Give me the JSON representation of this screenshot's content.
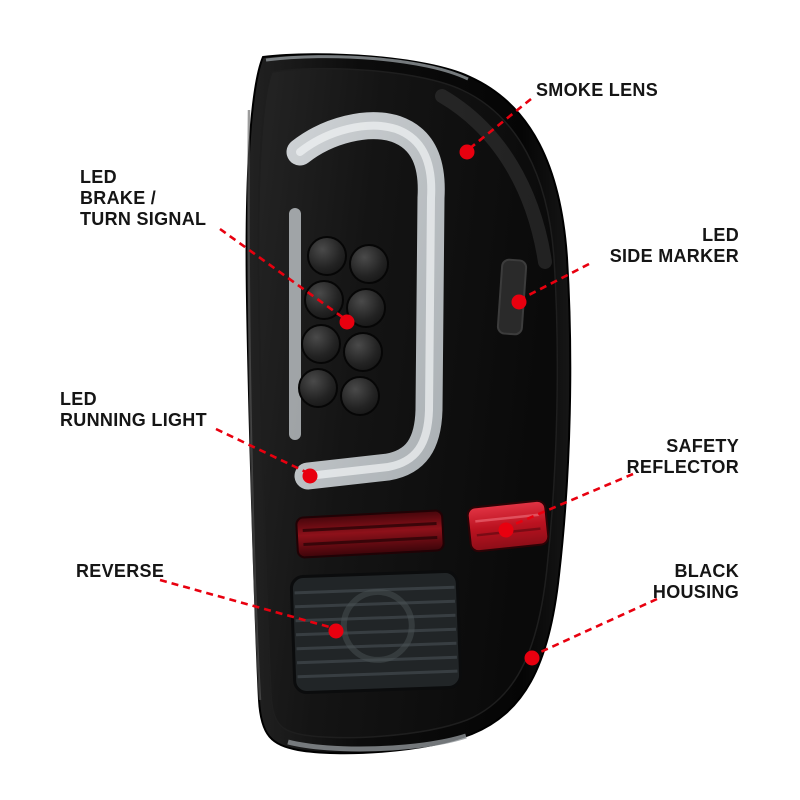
{
  "figure": {
    "colors": {
      "accent_red": "#e8000f",
      "housing_black": "#101010",
      "background": "#ffffff",
      "light_bar_gray": "#ccd1d4",
      "reflector_bright_red": "#c01421",
      "reflector_dark_red": "#6b0b11"
    }
  },
  "callouts": {
    "smoke_lens": {
      "label": "SMOKE LENS"
    },
    "brake_turn": {
      "label": "LED\nBRAKE /\nTURN SIGNAL"
    },
    "side_marker": {
      "label": "LED\nSIDE MARKER"
    },
    "running_light": {
      "label": "LED\nRUNNING LIGHT"
    },
    "safety_reflector": {
      "label": "SAFETY\nREFLECTOR"
    },
    "reverse": {
      "label": "REVERSE"
    },
    "black_housing": {
      "label": "BLACK\nHOUSING"
    }
  }
}
